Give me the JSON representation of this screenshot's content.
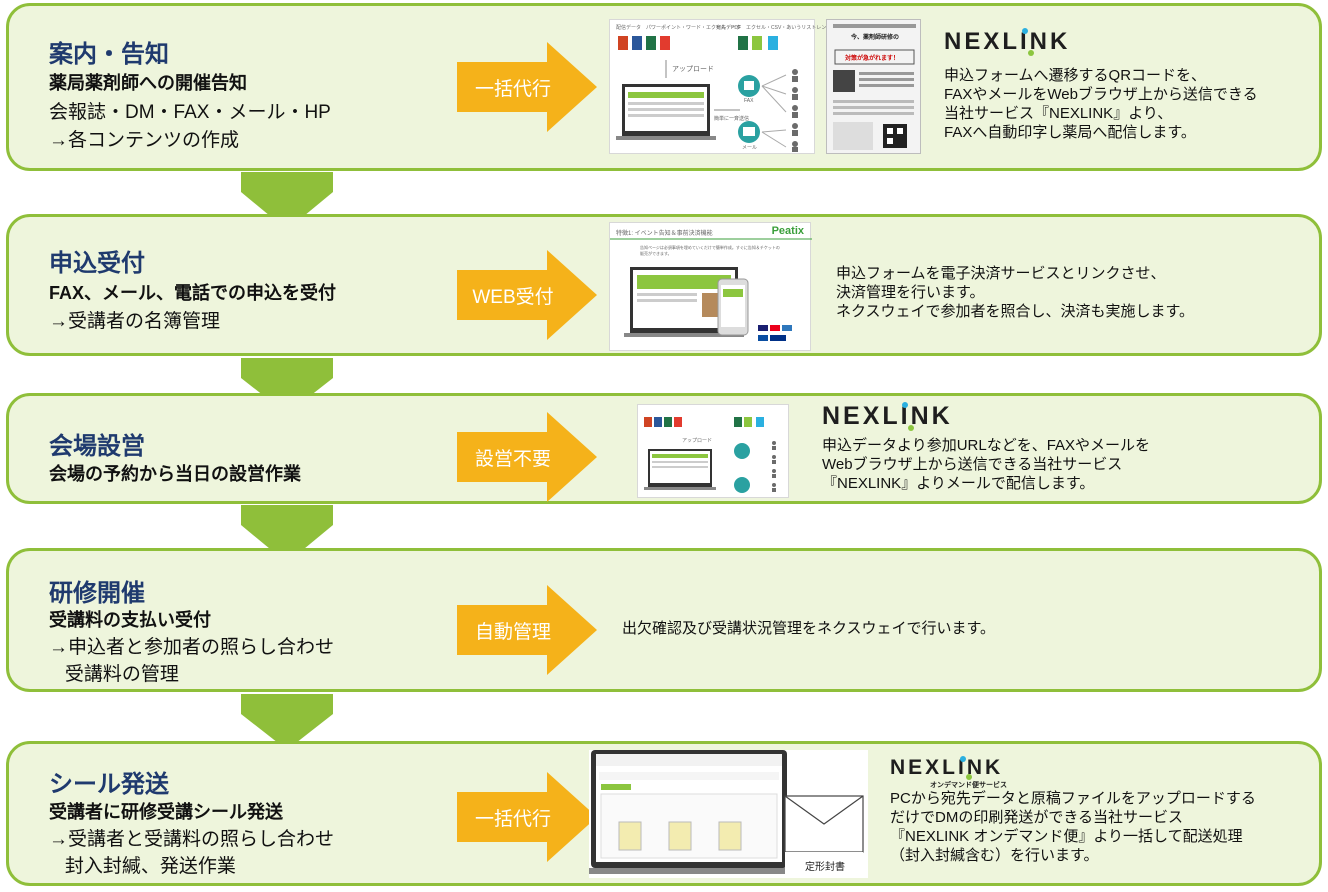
{
  "stages": [
    {
      "title": "案内・告知",
      "subtitle": "薬局薬剤師への開催告知",
      "lines": [
        "会報誌・DM・FAX・メール・HP",
        "→各コンテンツの作成"
      ],
      "arrow_label": "一括代行",
      "logo": "NEXLINK",
      "description": [
        "申込フォームへ遷移するQRコードを、",
        "FAXやメールをWebブラウザ上から送信できる",
        "当社サービス『NEXLINK』より、",
        "FAXへ自動印字し薬局へ配信します。"
      ],
      "screenshot": {
        "left_header": "配信データ　パワーポイント・ワード・エクセル・PDF",
        "right_header": "宛先データ　エクセル・CSV・あいうリストレンジ",
        "upload": "アップロード",
        "fax_label": "FAX",
        "mail_label": "メール",
        "center_label": "簡単に一斉送信"
      },
      "flyer": {
        "headline": "今、薬剤師研修の",
        "sub": "対策が急がれます！"
      }
    },
    {
      "title": "申込受付",
      "subtitle": "FAX、メール、電話での申込を受付",
      "lines": [
        "→受講者の名簿管理"
      ],
      "arrow_label": "WEB受付",
      "description": [
        "申込フォームを電子決済サービスとリンクさせ、",
        "決済管理を行います。",
        "ネクスウェイで参加者を照合し、決済も実施します。"
      ],
      "screenshot": {
        "header": "特徴1: イベント告知＆事前決済機能",
        "brand": "Peatix",
        "caption": "告知ページは必須事項を埋めていくだけで簡単作成。すぐに告知＆チケットの販売ができます。"
      }
    },
    {
      "title": "会場設営",
      "subtitle": "会場の予約から当日の設営作業",
      "lines": [],
      "arrow_label": "設営不要",
      "logo": "NEXLINK",
      "description": [
        "申込データより参加URLなどを、FAXやメールを",
        "Webブラウザ上から送信できる当社サービス",
        "『NEXLINK』よりメールで配信します。"
      ],
      "screenshot": {
        "upload": "アップロード"
      }
    },
    {
      "title": "研修開催",
      "subtitle": "受講料の支払い受付",
      "lines": [
        "→申込者と参加者の照らし合わせ",
        "   受講料の管理"
      ],
      "arrow_label": "自動管理",
      "description": [
        "出欠確認及び受講状況管理をネクスウェイで行います。"
      ]
    },
    {
      "title": "シール発送",
      "subtitle": "受講者に研修受講シール発送",
      "lines": [
        "→受講者と受講料の照らし合わせ",
        "   封入封緘、発送作業"
      ],
      "arrow_label": "一括代行",
      "logo": "NEXLINK",
      "logo_sub": "オンデマンド便サービス",
      "description": [
        "PCから宛先データと原稿ファイルをアップロードする",
        "だけでDMの印刷発送ができる当社サービス",
        "『NEXLINK オンデマンド便』より一括して配送処理",
        "（封入封緘含む）を行います。"
      ],
      "screenshot": {
        "envelope_label": "定形封書"
      }
    }
  ],
  "colors": {
    "panel_border": "#8fbf3a",
    "panel_fill": "#eef5dc",
    "title": "#1f3a6e",
    "arrow": "#f5b21a",
    "down_arrow": "#8fbf3a",
    "logo_dot_1": "#2ab0e0",
    "logo_dot_2": "#8cc63f"
  }
}
